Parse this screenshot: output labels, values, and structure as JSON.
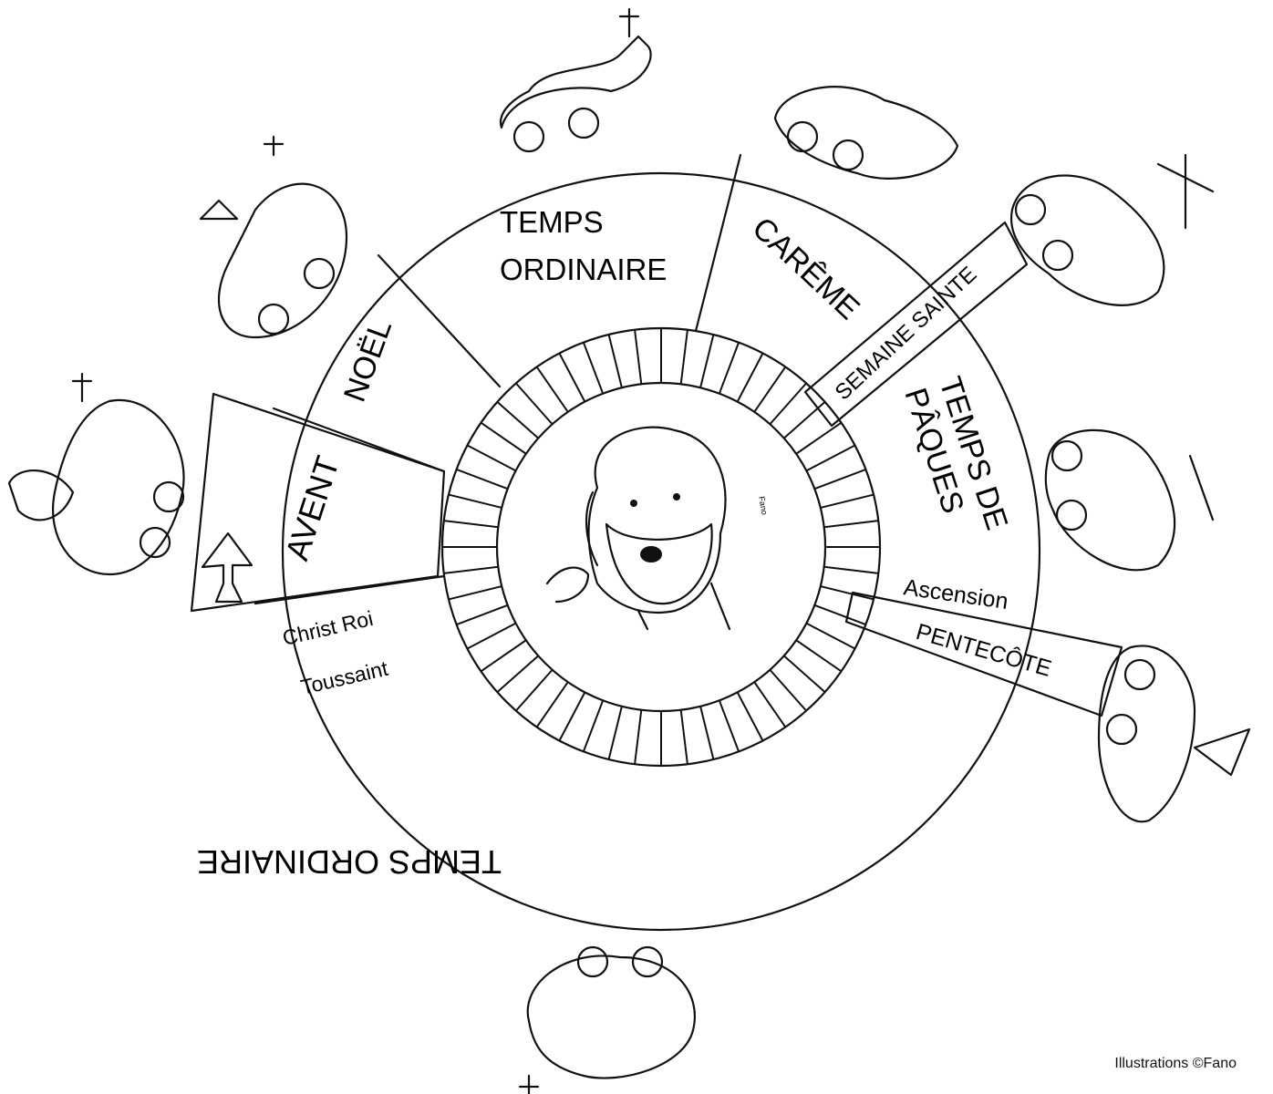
{
  "segments": {
    "temps_ordinaire_top": [
      "TEMPS",
      "ORDINAIRE"
    ],
    "careme": "CARÊME",
    "semaine_sainte": "SEMAINE SAINTE",
    "temps_de_paques": [
      "TEMPS DE",
      "PÂQUES"
    ],
    "ascension": "Ascension",
    "pentecote": "PENTECÔTE",
    "temps_ordinaire_bottom": "TEMPS ORDINAIRE",
    "toussaint": "Toussaint",
    "christ_roi": "Christ Roi",
    "avent": "AVENT",
    "noel": "NOËL"
  },
  "credit": "Illustrations ©Fano",
  "ring_ticks": 52,
  "colors": {
    "ink": "#111111",
    "paper": "#ffffff"
  }
}
